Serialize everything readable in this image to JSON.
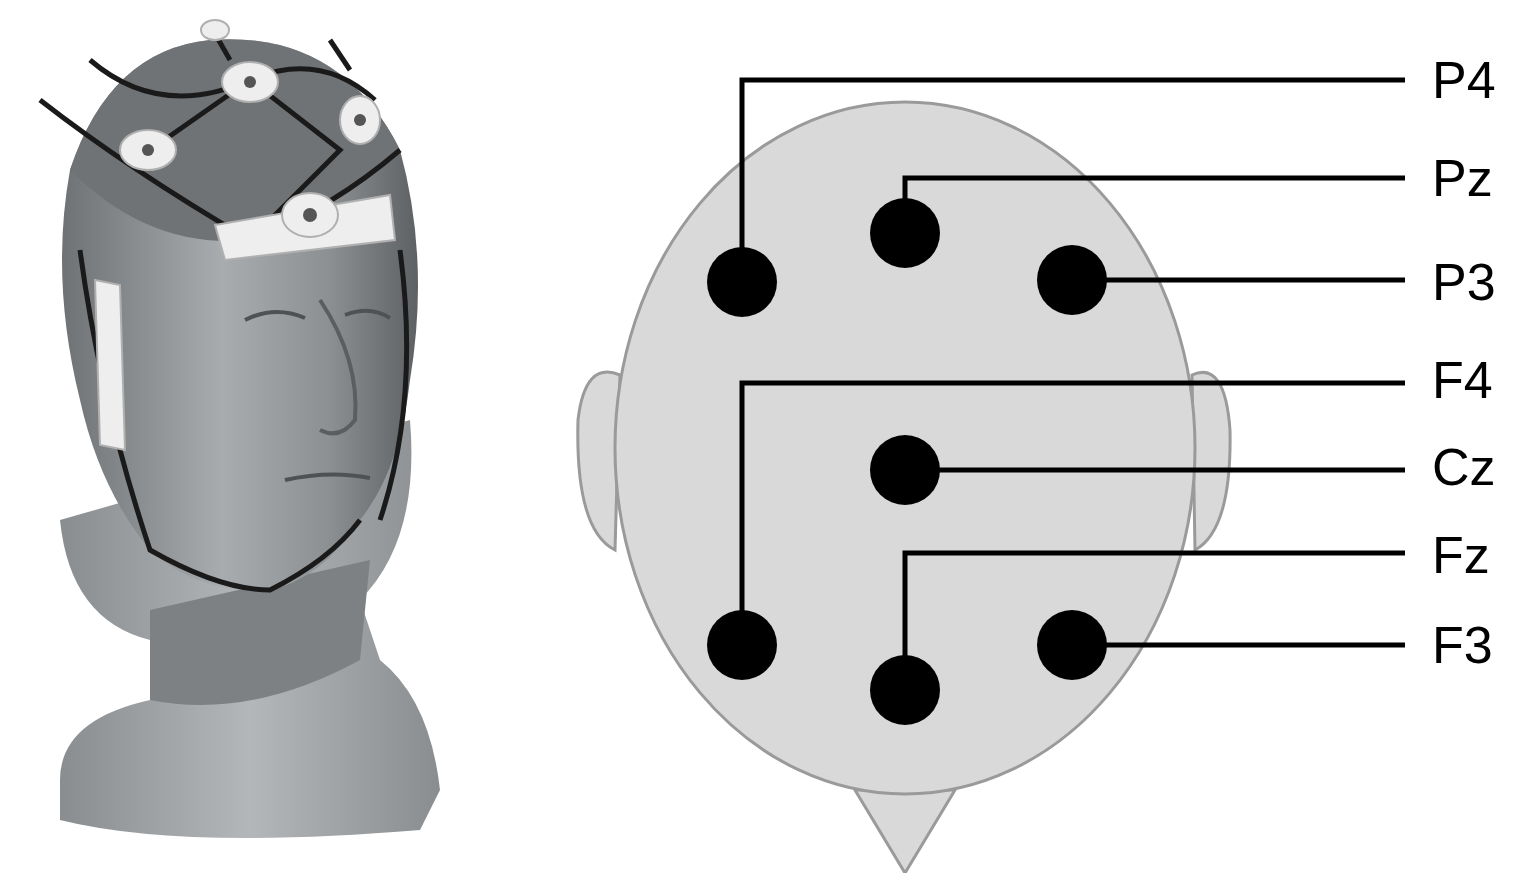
{
  "diagram": {
    "labels": [
      "P4",
      "Pz",
      "P3",
      "F4",
      "Cz",
      "Fz",
      "F3"
    ]
  }
}
